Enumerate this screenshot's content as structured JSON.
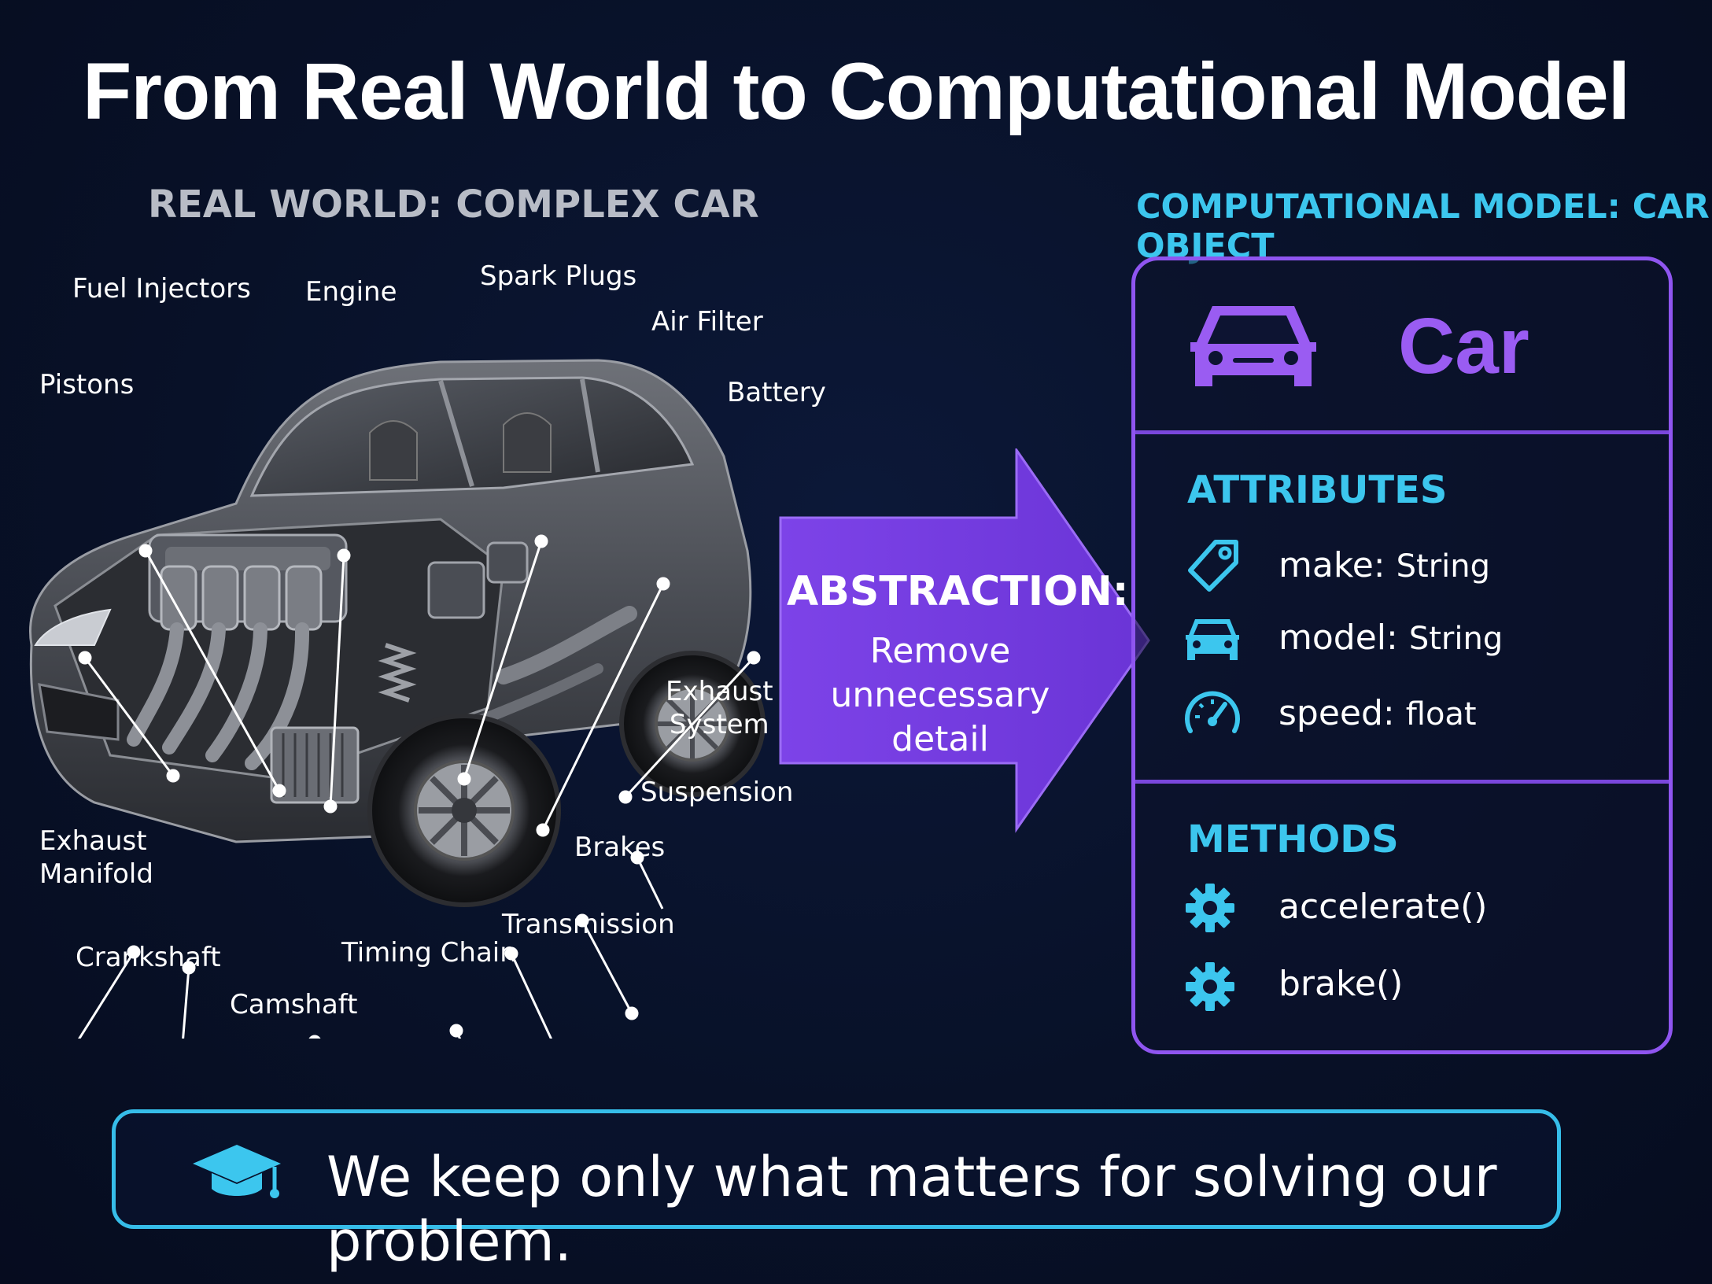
{
  "title": "From Real World to Computational Model",
  "left_heading": "REAL WORLD: COMPLEX CAR",
  "right_heading": "COMPUTATIONAL MODEL: CAR OBJECT",
  "car_parts": [
    "Fuel Injectors",
    "Engine",
    "Spark Plugs",
    "Air Filter",
    "Pistons",
    "Battery",
    "Exhaust\nSystem",
    "Suspension",
    "Brakes",
    "Transmission",
    "Timing Chain",
    "Camshaft",
    "Crankshaft",
    "Exhaust\nManifold"
  ],
  "arrow": {
    "title": "ABSTRACTION:",
    "subtitle": "Remove unnecessary detail"
  },
  "class_card": {
    "name": "Car",
    "attributes_title": "ATTRIBUTES",
    "attributes": [
      {
        "name": "make:",
        "type": "String",
        "icon": "tag-icon"
      },
      {
        "name": "model:",
        "type": "String",
        "icon": "car-icon"
      },
      {
        "name": "speed:",
        "type": "float",
        "icon": "speedometer-icon"
      }
    ],
    "methods_title": "METHODS",
    "methods": [
      {
        "name": "accelerate()",
        "icon": "gear-icon"
      },
      {
        "name": "brake()",
        "icon": "gear-icon"
      }
    ]
  },
  "takeaway": {
    "text": "We keep only what matters for solving our problem.",
    "icon": "graduation-cap-icon"
  },
  "colors": {
    "purple": "#8f55f0",
    "cyan": "#3cc6ee",
    "background": "#081128"
  }
}
